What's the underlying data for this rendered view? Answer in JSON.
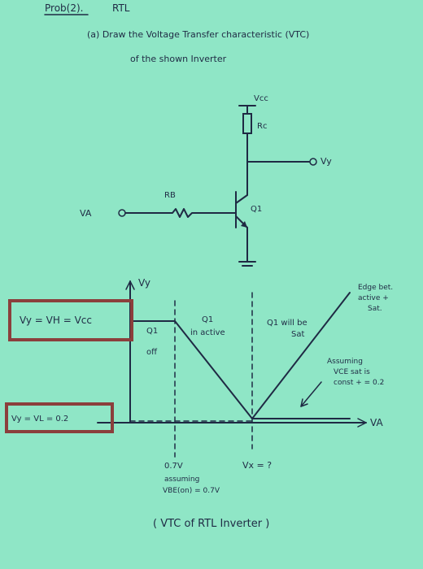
{
  "header": {
    "problem": "Prob(2).",
    "topic": "RTL",
    "question_line1": "(a) Draw the Voltage Transfer characteristic (VTC)",
    "question_line2": "of the shown Inverter"
  },
  "circuit": {
    "vcc": "Vcc",
    "rc": "Rc",
    "rb": "RB",
    "output": "Vy",
    "input": "VA",
    "transistor": "Q1"
  },
  "graph": {
    "y_axis": "Vy",
    "x_axis": "VA",
    "high_label": "Vy = VH = Vcc",
    "low_label": "Vy = VL = 0.2",
    "region_off_1": "Q1",
    "region_off_2": "off",
    "region_active_1": "Q1",
    "region_active_2": "in active",
    "region_sat_1": "Q1 will be",
    "region_sat_2": "Sat",
    "edge_note_1": "Edge bet.",
    "edge_note_2": "active +",
    "edge_note_3": "Sat.",
    "assume_1": "Assuming",
    "assume_2": "VCE sat is",
    "assume_3": "const + = 0.2",
    "vbe_value": "0.7V",
    "assume_vbe_1": "assuming",
    "assume_vbe_2": "VBE(on) = 0.7V",
    "vx": "Vx = ?",
    "caption": "( VTC of RTL Inverter )"
  }
}
